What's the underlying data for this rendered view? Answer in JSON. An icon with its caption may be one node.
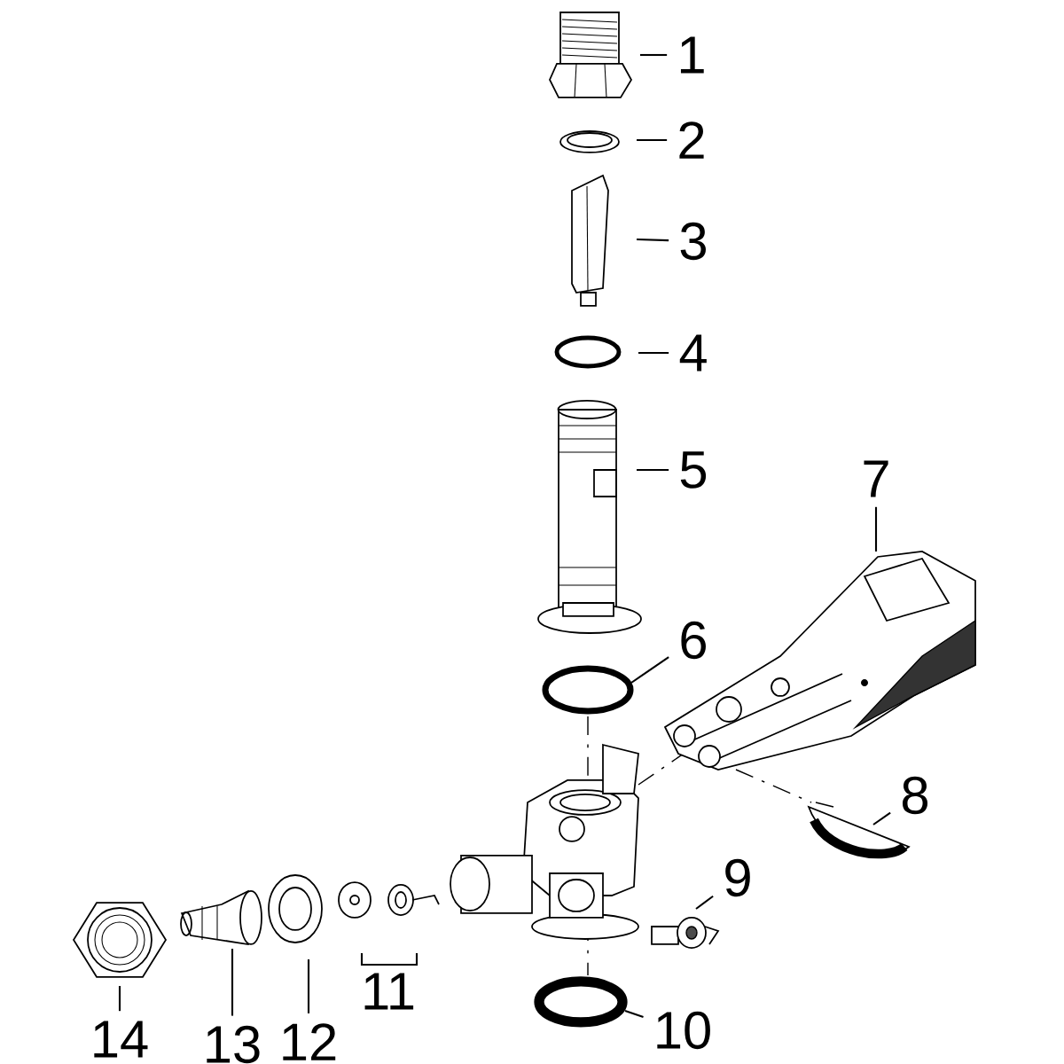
{
  "diagram": {
    "nodes": [
      {
        "text": [
          "1"
        ]
      },
      {
        "text": [
          "2"
        ]
      },
      {
        "text": [
          "3"
        ]
      },
      {
        "text": [
          "4"
        ]
      },
      {
        "text": [
          "5"
        ]
      },
      {
        "text": [
          "6"
        ]
      },
      {
        "text": [
          "7"
        ]
      },
      {
        "text": [
          "8"
        ]
      },
      {
        "text": [
          "9"
        ]
      },
      {
        "text": [
          "10"
        ]
      },
      {
        "text": [
          "11"
        ]
      },
      {
        "text": [
          "12"
        ]
      },
      {
        "text": [
          "13"
        ]
      },
      {
        "text": [
          "14"
        ]
      }
    ],
    "edges": [
      {
        "from": 0,
        "to": null,
        "arrow": "none"
      },
      {
        "from": 1,
        "to": null,
        "arrow": "none"
      },
      {
        "from": 2,
        "to": null,
        "arrow": "none"
      },
      {
        "from": 3,
        "to": null,
        "arrow": "none"
      },
      {
        "from": 4,
        "to": null,
        "arrow": "none"
      },
      {
        "from": 5,
        "to": null,
        "arrow": "none"
      },
      {
        "from": 6,
        "to": null,
        "arrow": "none"
      },
      {
        "from": 7,
        "to": null,
        "arrow": "none"
      },
      {
        "from": 8,
        "to": null,
        "arrow": "none"
      },
      {
        "from": 9,
        "to": null,
        "arrow": "none"
      },
      {
        "from": 11,
        "to": null,
        "arrow": "none"
      },
      {
        "from": 12,
        "to": null,
        "arrow": "none"
      },
      {
        "from": 13,
        "to": null,
        "arrow": "none"
      }
    ]
  }
}
